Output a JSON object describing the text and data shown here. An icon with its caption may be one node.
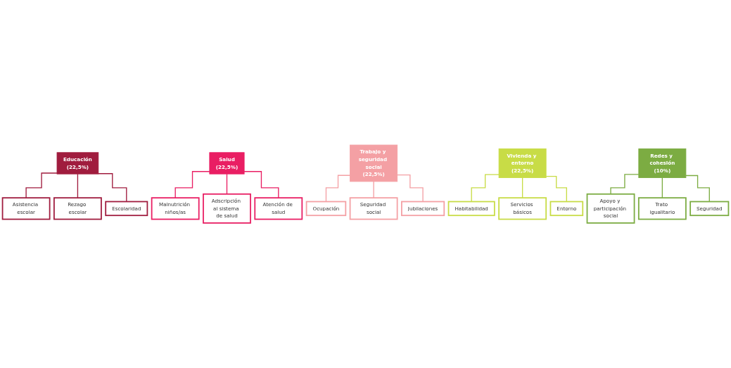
{
  "diagram": {
    "nodes": [
      {
        "text": [
          "Educación",
          "(22,5%)"
        ]
      },
      {
        "text": [
          "Asistencia escolar"
        ]
      },
      {
        "text": [
          "Rezago escolar"
        ]
      },
      {
        "text": [
          "Escolaridad"
        ]
      },
      {
        "text": [
          "Salud",
          "(22,5%)"
        ]
      },
      {
        "text": [
          "Malnutrición niños/as"
        ]
      },
      {
        "text": [
          "Adscripción al sistema de salud"
        ]
      },
      {
        "text": [
          "Atención de salud"
        ]
      },
      {
        "text": [
          "Trabajo y seguridad social",
          "(22,5%)"
        ]
      },
      {
        "text": [
          "Ocupación"
        ]
      },
      {
        "text": [
          "Seguridad social"
        ]
      },
      {
        "text": [
          "Jubilaciones"
        ]
      },
      {
        "text": [
          "Vivienda y entorno",
          "(22,5%)"
        ]
      },
      {
        "text": [
          "Habitabilidad"
        ]
      },
      {
        "text": [
          "Servicios básicos"
        ]
      },
      {
        "text": [
          "Entorno"
        ]
      },
      {
        "text": [
          "Redes y cohesión",
          "(10%)"
        ]
      },
      {
        "text": [
          "Apoyo y participación social"
        ]
      },
      {
        "text": [
          "Trato igualitario"
        ]
      },
      {
        "text": [
          "Seguridad"
        ]
      }
    ],
    "edges": [
      {
        "from": 0,
        "to": 1,
        "arrow": "none",
        "color": "#a01c3e"
      },
      {
        "from": 0,
        "to": 2,
        "arrow": "none",
        "color": "#a01c3e"
      },
      {
        "from": 0,
        "to": 3,
        "arrow": "none",
        "color": "#a01c3e"
      },
      {
        "from": 4,
        "to": 5,
        "arrow": "none",
        "color": "#e91e63"
      },
      {
        "from": 4,
        "to": 6,
        "arrow": "none",
        "color": "#e91e63"
      },
      {
        "from": 4,
        "to": 7,
        "arrow": "none",
        "color": "#e91e63"
      },
      {
        "from": 8,
        "to": 9,
        "arrow": "none",
        "color": "#f4a0a4"
      },
      {
        "from": 8,
        "to": 10,
        "arrow": "none",
        "color": "#f4a0a4"
      },
      {
        "from": 8,
        "to": 11,
        "arrow": "none",
        "color": "#f4a0a4"
      },
      {
        "from": 12,
        "to": 13,
        "arrow": "none",
        "color": "#c8dc46"
      },
      {
        "from": 12,
        "to": 14,
        "arrow": "none",
        "color": "#c8dc46"
      },
      {
        "from": 12,
        "to": 15,
        "arrow": "none",
        "color": "#c8dc46"
      },
      {
        "from": 16,
        "to": 17,
        "arrow": "none",
        "color": "#7cac42"
      },
      {
        "from": 16,
        "to": 18,
        "arrow": "none",
        "color": "#7cac42"
      },
      {
        "from": 16,
        "to": 19,
        "arrow": "none",
        "color": "#7cac42"
      }
    ]
  }
}
